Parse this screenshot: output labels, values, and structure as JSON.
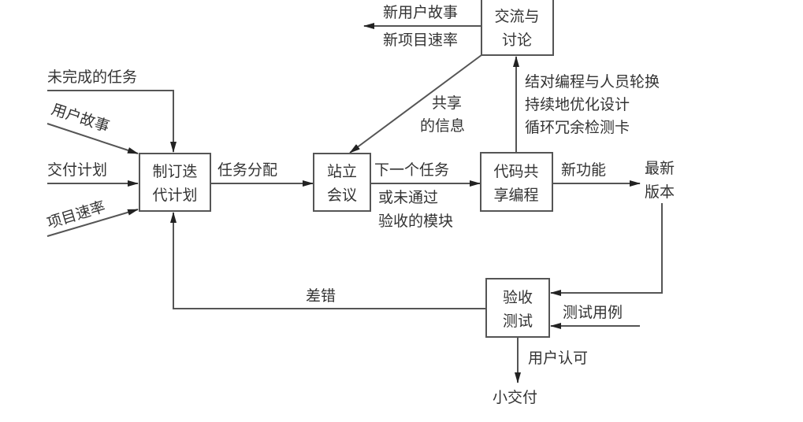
{
  "nodes": {
    "plan": [
      "制订迭",
      "代计划"
    ],
    "standup": [
      "站立",
      "会议"
    ],
    "pair": [
      "代码共",
      "享编程"
    ],
    "discuss": [
      "交流与",
      "讨论"
    ],
    "accept": [
      "验收",
      "测试"
    ]
  },
  "inputs": {
    "unfinished": "未完成的任务",
    "stories": "用户故事",
    "release_plan": "交付计划",
    "velocity": "项目速率"
  },
  "labels": {
    "task_assign": "任务分配",
    "next_task": "下一个任务",
    "or_failed": [
      "或未通过",
      "验收的模块"
    ],
    "new_feature": "新功能",
    "latest_version": [
      "最新",
      "版本"
    ],
    "practices": [
      "结对编程与人员轮换",
      "持续地优化设计",
      "循环冗余检测卡"
    ],
    "shared_info": [
      "共享",
      "的信息"
    ],
    "new_stories": "新用户故事",
    "new_velocity": "新项目速率",
    "bugs": "差错",
    "test_cases": "测试用例",
    "user_approval": "用户认可",
    "small_release": "小交付"
  }
}
